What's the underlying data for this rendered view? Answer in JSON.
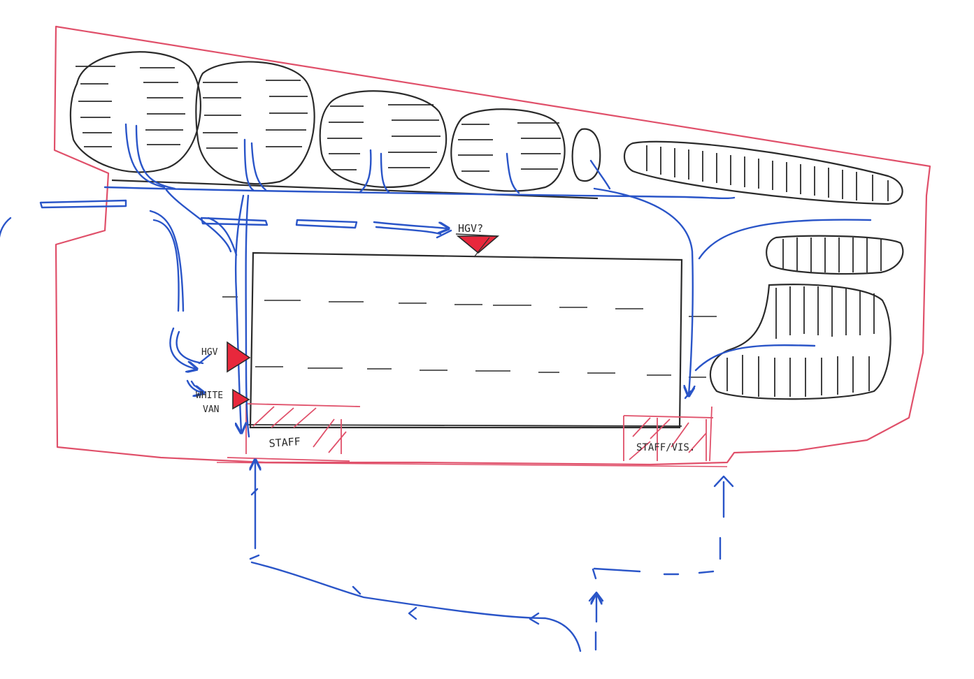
{
  "labels": {
    "hgv_top": "HGV?",
    "hgv_left": "HGV",
    "white_van_line1": "WHITE",
    "white_van_line2": "VAN",
    "staff": "STAFF",
    "staff_visitor": "STAFF/VIS."
  },
  "colors": {
    "site_boundary": "#e0506a",
    "route": "#2a55c8",
    "building": "#2b2b2b",
    "marker_fill": "#e8283c"
  },
  "icons": {
    "loading_marker": "red-triangle-marker"
  }
}
